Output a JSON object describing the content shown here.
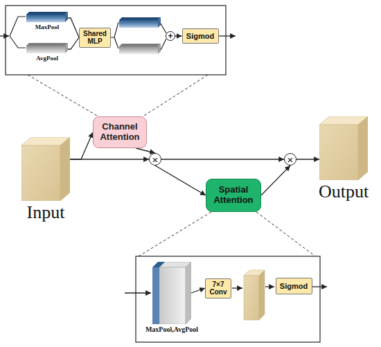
{
  "diagram": {
    "nodes": [
      {
        "text": [
          "MaxPool"
        ]
      },
      {
        "text": [
          "AvgPool"
        ]
      },
      {
        "text": [
          "Shared MLP"
        ]
      },
      {
        "text": [
          "+"
        ]
      },
      {
        "text": [
          "Sigmod"
        ]
      },
      {
        "text": [
          "Channel Attention"
        ]
      },
      {
        "text": [
          "Input"
        ]
      },
      {
        "text": [
          "×"
        ]
      },
      {
        "text": [
          "Spatial Attention"
        ]
      },
      {
        "text": [
          "×"
        ]
      },
      {
        "text": [
          "Output"
        ]
      },
      {
        "text": [
          "MaxPool,AvgPool"
        ]
      },
      {
        "text": [
          "7×7 Conv"
        ]
      },
      {
        "text": [
          "Sigmod"
        ]
      }
    ],
    "edges": [
      {
        "from": 0,
        "to": 2,
        "arrow": "none"
      },
      {
        "from": 1,
        "to": 2,
        "arrow": "none"
      },
      {
        "from": 3,
        "to": 4,
        "arrow": "to"
      },
      {
        "from": 6,
        "to": 5,
        "arrow": "to"
      },
      {
        "from": 5,
        "to": 7,
        "arrow": "to"
      },
      {
        "from": 6,
        "to": 7,
        "arrow": "to"
      },
      {
        "from": 7,
        "to": 8,
        "arrow": "to"
      },
      {
        "from": 7,
        "to": 9,
        "arrow": "to"
      },
      {
        "from": 8,
        "to": 9,
        "arrow": "to"
      },
      {
        "from": 9,
        "to": 10,
        "arrow": "to"
      },
      {
        "from": 11,
        "to": 12,
        "arrow": "to"
      }
    ]
  }
}
